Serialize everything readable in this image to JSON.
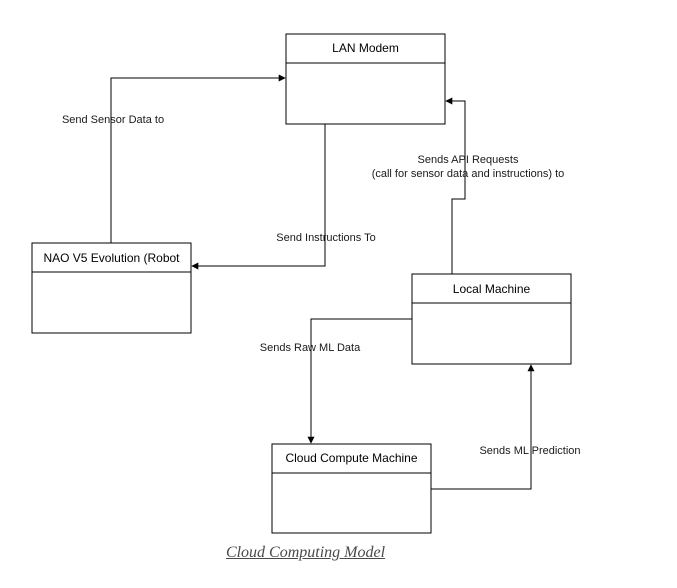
{
  "nodes": {
    "lan_modem": "LAN Modem",
    "nao_robot": "NAO V5 Evolution (Robot",
    "local_machine": "Local Machine",
    "cloud_compute": "Cloud Compute Machine"
  },
  "edges": {
    "send_sensor_data": "Send Sensor Data to",
    "send_instructions": "Send Instructions To",
    "sends_api_requests_line1": "Sends API Requests",
    "sends_api_requests_line2": "(call for sensor data and instructions) to",
    "sends_raw_ml_data": "Sends Raw ML Data",
    "sends_ml_prediction": "Sends ML Prediction"
  },
  "caption": "Cloud Computing Model",
  "colors": {
    "stroke": "#000000",
    "caption": "#4a4a4a"
  }
}
